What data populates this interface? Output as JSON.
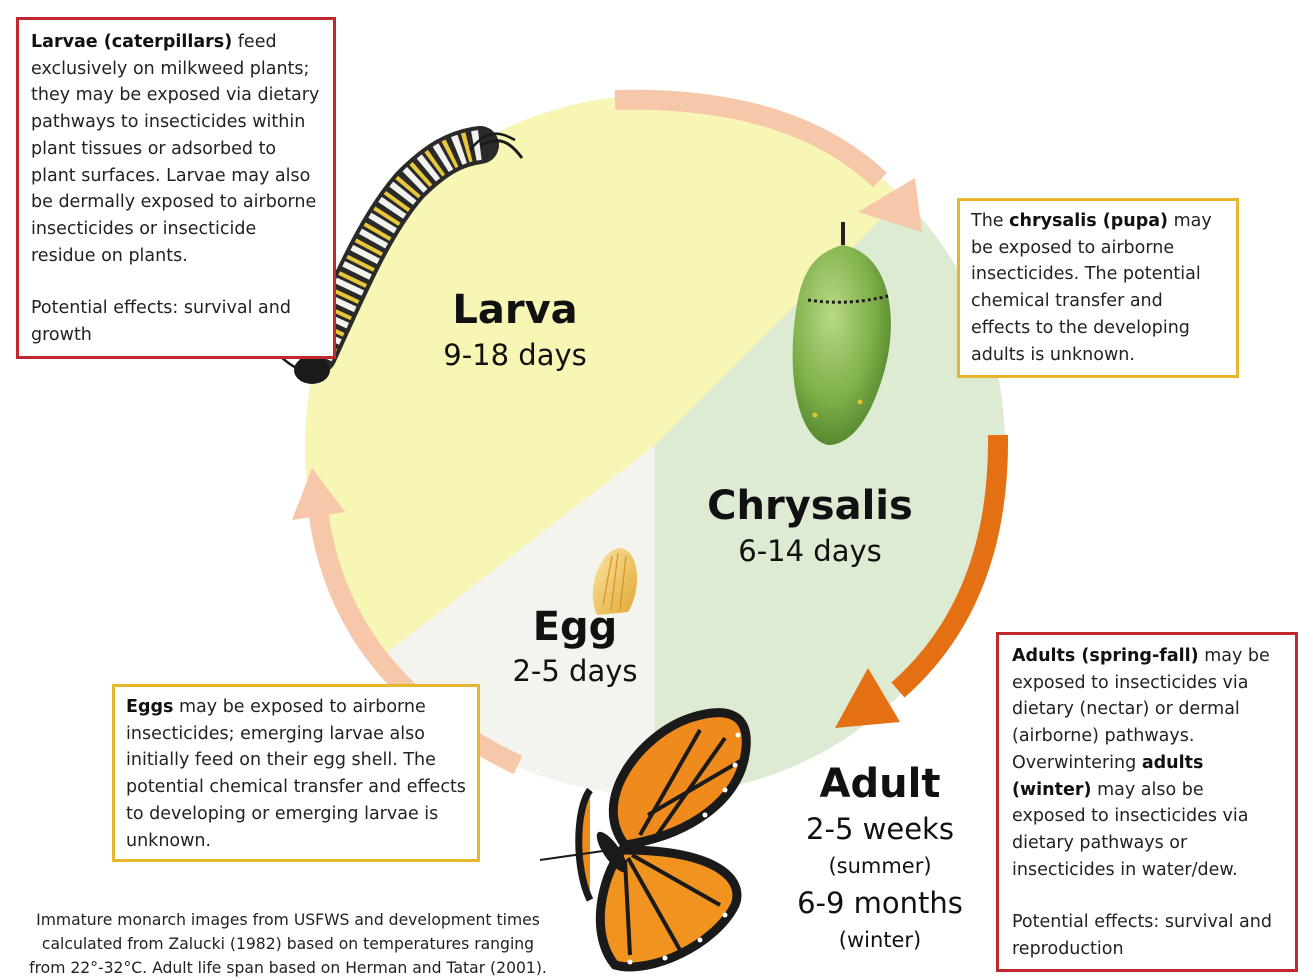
{
  "stages": {
    "larva": {
      "name": "Larva",
      "duration": "9-18 days"
    },
    "chrysalis": {
      "name": "Chrysalis",
      "duration": "6-14 days"
    },
    "egg": {
      "name": "Egg",
      "duration": "2-5 days"
    },
    "adult": {
      "name": "Adult",
      "duration": "2-5 weeks",
      "duration_note": "(summer)",
      "winter_duration": "6-9 months",
      "winter_note": "(winter)"
    }
  },
  "boxes": {
    "larva": {
      "bold": "Larvae (caterpillars)",
      "text": " feed exclusively on milkweed plants; they may be exposed via dietary pathways to insecticides within plant tissues or adsorbed to plant surfaces. Larvae may also be dermally exposed to airborne insecticides or insecticide residue on plants.",
      "effects": "Potential effects: survival and growth"
    },
    "chrysalis": {
      "pre": "The ",
      "bold": "chrysalis (pupa)",
      "text": " may be exposed to airborne insecticides. The potential chemical transfer and effects to the developing adults is unknown."
    },
    "egg": {
      "bold": "Eggs",
      "text": " may be exposed to airborne insecticides; emerging larvae also initially feed on their egg shell. The potential chemical transfer and effects to developing or emerging larvae is unknown."
    },
    "adult": {
      "bold1": "Adults (spring-fall)",
      "text1": " may be exposed to insecticides via dietary (nectar) or dermal (airborne) pathways. Overwintering ",
      "bold2": "adults (winter)",
      "text2": " may also be exposed to insecticides via dietary pathways or insecticides in water/dew.",
      "effects": "Potential effects: survival and reproduction"
    }
  },
  "credit": {
    "line1": "Immature monarch images from USFWS and development times",
    "line2": "calculated from Zalucki (1982) based on temperatures ranging",
    "line3": "from 22°-32°C.  Adult life span based on Herman and Tatar (2001)."
  },
  "colors": {
    "larva_sector": "#f8f6b4",
    "chrysalis_sector": "#dcebd2",
    "egg_sector": "#f4f4ee",
    "arrow_light": "#f6c7a9",
    "arrow_dark": "#e57014",
    "box_red": "#c1272d",
    "box_gold": "#e8b62c"
  },
  "icons": [
    "caterpillar-image",
    "chrysalis-image",
    "egg-image",
    "butterfly-image"
  ]
}
